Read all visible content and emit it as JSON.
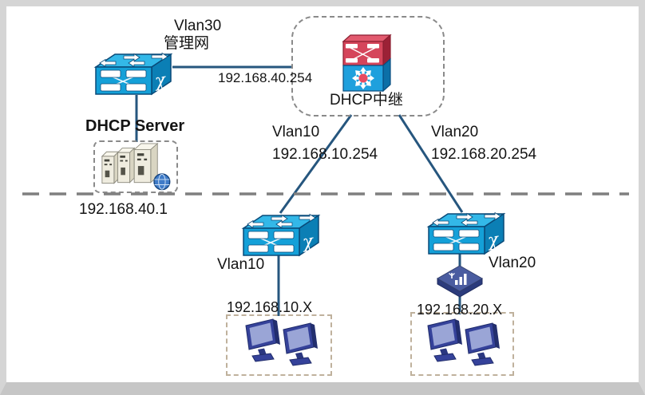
{
  "diagram_type": "network-topology",
  "labels": {
    "vlan30": "Vlan30",
    "mgmt_net": "管理网",
    "mgmt_gateway_ip": "192.168.40.254",
    "dhcp_relay": "DHCP中继",
    "dhcp_server": "DHCP Server",
    "dhcp_server_ip": "192.168.40.1",
    "vlan10_name": "Vlan10",
    "vlan10_gateway_ip": "192.168.10.254",
    "vlan20_name": "Vlan20",
    "vlan20_gateway_ip": "192.168.20.254",
    "vlan10_access": "Vlan10",
    "vlan20_access": "Vlan20",
    "vlan10_subnet": "192.168.10.X",
    "vlan20_subnet": "192.168.20.X"
  },
  "icons": {
    "switch_side_glyph": "χ",
    "mgmt_switch": "workgroup-switch",
    "relay_router": "layer3-switch",
    "server_stack": "server-group",
    "access_switch_vlan10": "workgroup-switch",
    "access_switch_vlan20": "workgroup-switch",
    "wireless_ap": "signal-diamond-device",
    "pc_group": "two-monitors"
  },
  "colors": {
    "wire": "#26567E",
    "boundary_dash": "#7F7F7F",
    "pc_zone_dash": "#BFB19C",
    "relay_zone_dash": "#8A8A8A",
    "switch_top": "#33B8E8",
    "switch_front": "#14A0D8",
    "switch_side": "#0B7FB5",
    "router_red": "#D5455B",
    "router_blue": "#1FA0DD",
    "ap_blue": "#4A5CA0",
    "monitor_blue": "#35429A",
    "server_cream": "#EFECDF",
    "frame_gray": "#D5D5D5"
  }
}
